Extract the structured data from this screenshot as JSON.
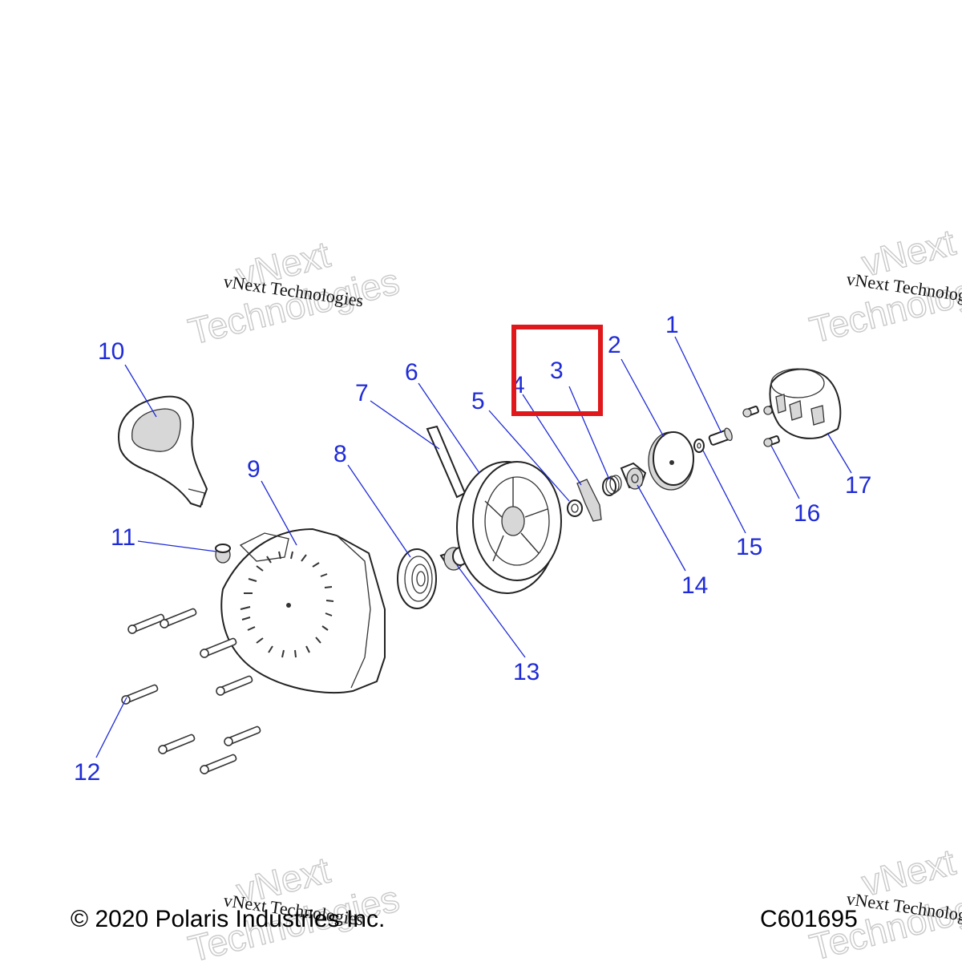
{
  "diagram": {
    "callouts": [
      {
        "id": "c1",
        "label": "1"
      },
      {
        "id": "c2",
        "label": "2"
      },
      {
        "id": "c3",
        "label": "3"
      },
      {
        "id": "c4",
        "label": "4"
      },
      {
        "id": "c5",
        "label": "5"
      },
      {
        "id": "c6",
        "label": "6"
      },
      {
        "id": "c7",
        "label": "7"
      },
      {
        "id": "c8",
        "label": "8"
      },
      {
        "id": "c9",
        "label": "9"
      },
      {
        "id": "c10",
        "label": "10"
      },
      {
        "id": "c11",
        "label": "11"
      },
      {
        "id": "c12",
        "label": "12"
      },
      {
        "id": "c13",
        "label": "13"
      },
      {
        "id": "c14",
        "label": "14"
      },
      {
        "id": "c15",
        "label": "15"
      },
      {
        "id": "c16",
        "label": "16"
      },
      {
        "id": "c17",
        "label": "17"
      }
    ],
    "highlight": {
      "target": "3",
      "color": "#e0181b"
    },
    "callout_color": "#1f2bd6"
  },
  "watermark": {
    "line1": "vNext Technologies",
    "line2": "vNext",
    "line3": "Technologies"
  },
  "footer": {
    "copyright": "© 2020 Polaris Industries Inc.",
    "code": "C601695"
  }
}
